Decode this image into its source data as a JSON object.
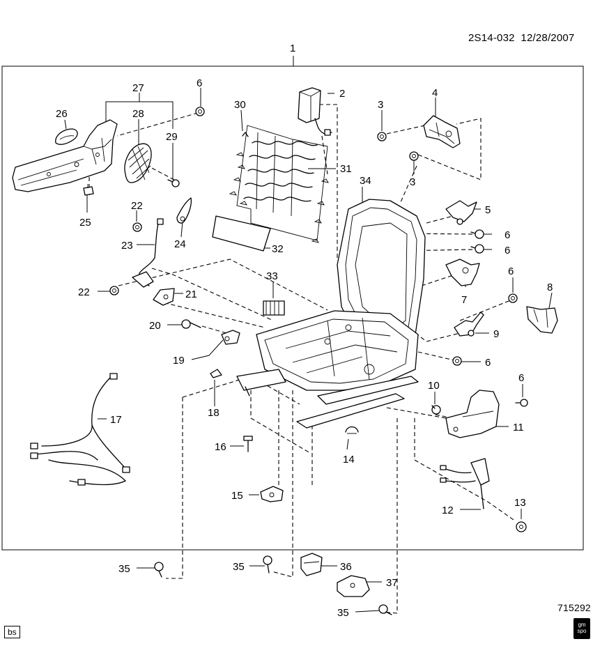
{
  "header": {
    "code": "2S14-032",
    "date": "12/28/2007"
  },
  "footer": {
    "illustration_number": "715292",
    "badge": "bs",
    "logo_line1": "gm",
    "logo_line2": "spo"
  },
  "callouts": {
    "c1": "1",
    "c2": "2",
    "c3a": "3",
    "c3b": "3",
    "c4": "4",
    "c5": "5",
    "c6a": "6",
    "c6b": "6",
    "c6c": "6",
    "c6d": "6",
    "c6e": "6",
    "c6f": "6",
    "c7": "7",
    "c8": "8",
    "c9": "9",
    "c10": "10",
    "c11": "11",
    "c12": "12",
    "c13": "13",
    "c14": "14",
    "c15": "15",
    "c16": "16",
    "c17": "17",
    "c18": "18",
    "c19": "19",
    "c20": "20",
    "c21": "21",
    "c22a": "22",
    "c22b": "22",
    "c23": "23",
    "c24": "24",
    "c25": "25",
    "c26": "26",
    "c27": "27",
    "c28": "28",
    "c29": "29",
    "c30": "30",
    "c31": "31",
    "c32": "32",
    "c33": "33",
    "c34": "34",
    "c35a": "35",
    "c35b": "35",
    "c35c": "35",
    "c36": "36",
    "c37": "37"
  }
}
